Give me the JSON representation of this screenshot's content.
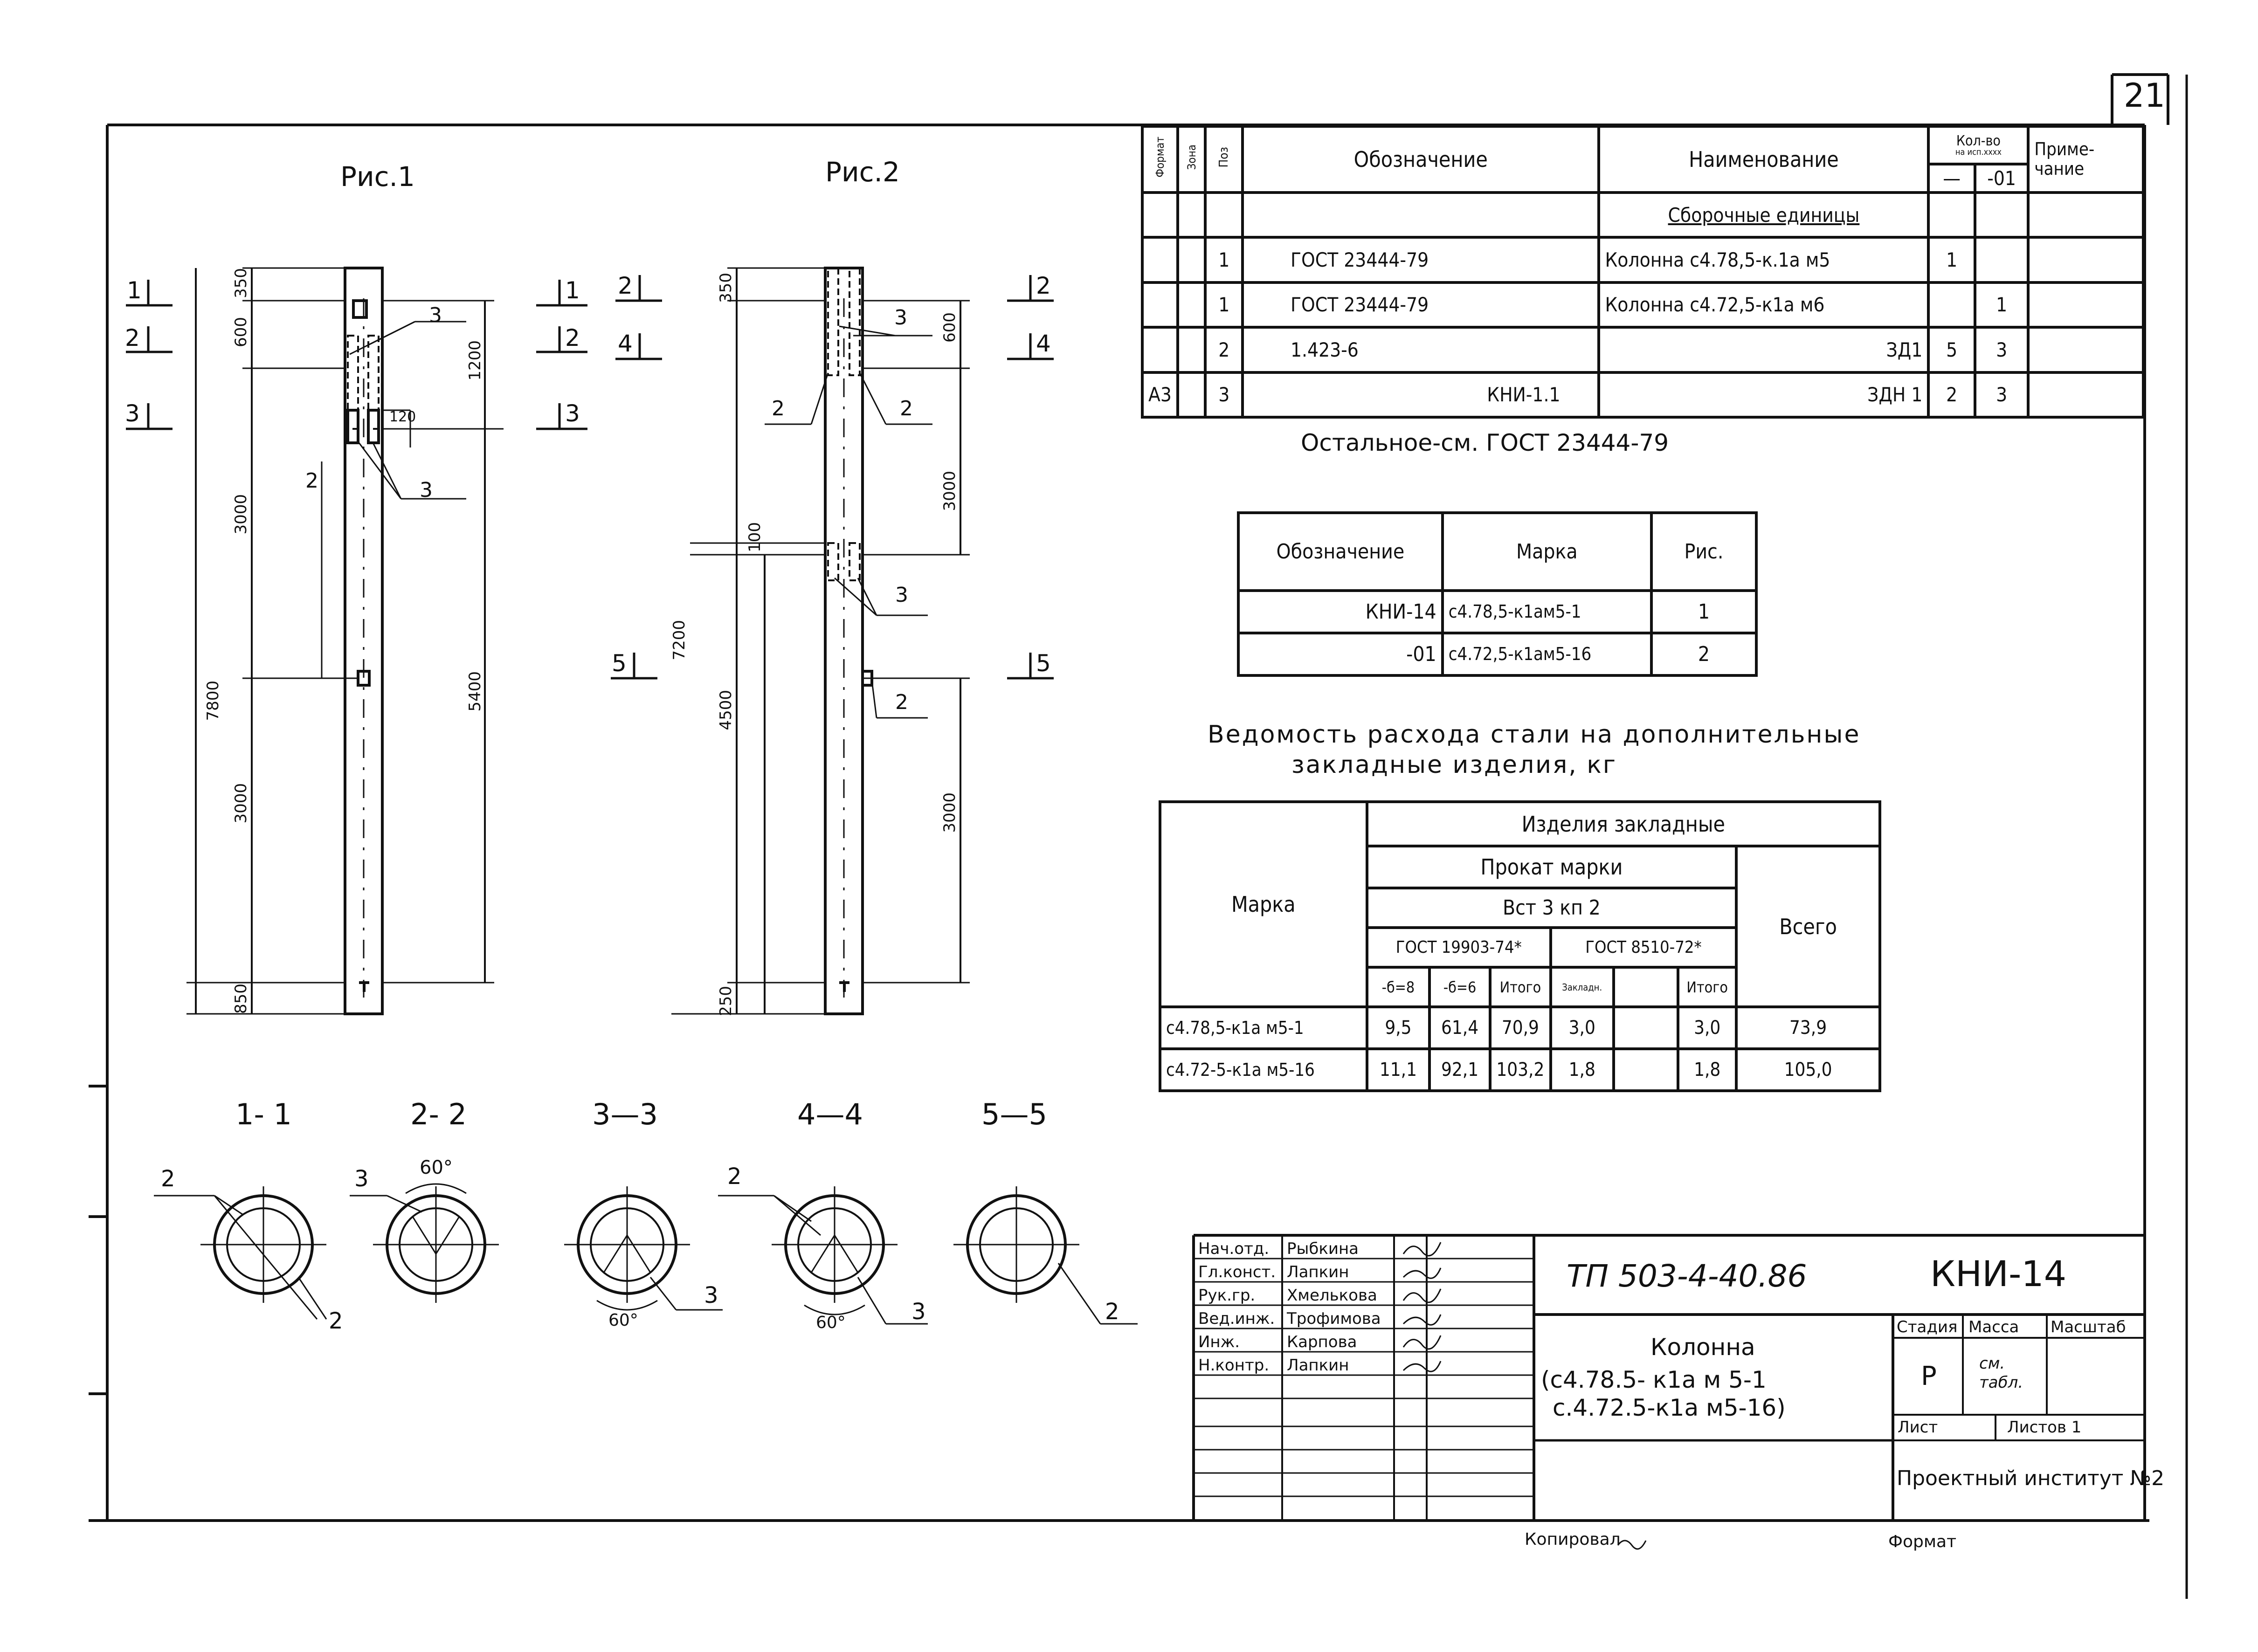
{
  "sheet_no": "21",
  "fig1": {
    "title": "Рис.1",
    "dims": [
      "350",
      "600",
      "1200",
      "120",
      "3000",
      "7800",
      "5400",
      "3000",
      "850"
    ],
    "callouts": [
      "3",
      "2",
      "3"
    ]
  },
  "fig2": {
    "title": "Рис.2",
    "dims": [
      "350",
      "600",
      "3000",
      "100",
      "7200",
      "4500",
      "3000",
      "250"
    ],
    "callouts": [
      "3",
      "2",
      "2",
      "3",
      "2"
    ]
  },
  "section_marks": {
    "left": [
      "1",
      "2",
      "3"
    ],
    "mid_left": [
      "1",
      "2",
      "3"
    ],
    "fig2_left": [
      "2",
      "4",
      "5"
    ],
    "fig2_right": [
      "2",
      "4",
      "5"
    ]
  },
  "sections": [
    {
      "label": "1- 1",
      "callouts": [
        "2",
        "2"
      ]
    },
    {
      "label": "2- 2",
      "callouts": [
        "3"
      ],
      "angle": "60°"
    },
    {
      "label": "3—3",
      "callouts": [
        "3"
      ],
      "angle": "60°"
    },
    {
      "label": "4—4",
      "callouts": [
        "2",
        "3"
      ],
      "angle": "60°"
    },
    {
      "label": "5—5",
      "callouts": [
        "2"
      ]
    }
  ],
  "spec": {
    "head": {
      "format": "Формат",
      "zone": "Зона",
      "pos": "Поз",
      "designation": "Обозначение",
      "name": "Наименование",
      "qty": "Кол-во",
      "qty_sub": "на исп.хххх",
      "qty_a": "—",
      "qty_b": "-01",
      "note": "Приме-чание"
    },
    "group": "Сборочные единицы",
    "rows": [
      {
        "fmt": "",
        "pos": "1",
        "des": "ГОСТ 23444-79",
        "name": "Колонна с4.78,5-к.1а м5",
        "a": "1",
        "b": ""
      },
      {
        "fmt": "",
        "pos": "1",
        "des": "ГОСТ 23444-79",
        "name": "Колонна с4.72,5-к1а м6",
        "a": "",
        "b": "1"
      },
      {
        "fmt": "",
        "pos": "2",
        "des": "1.423-6",
        "name": "ЗД1",
        "a": "5",
        "b": "3"
      },
      {
        "fmt": "А3",
        "pos": "3",
        "des": "КНИ-1.1",
        "name": "ЗДН 1",
        "a": "2",
        "b": "3"
      }
    ],
    "rest": "Остальное-см. ГОСТ 23444-79"
  },
  "marks": {
    "head": [
      "Обозначение",
      "Марка",
      "Рис."
    ],
    "rows": [
      [
        "КНИ-14",
        "с4.78,5-к1ам5-1",
        "1"
      ],
      [
        "-01",
        "с4.72,5-к1ам5-16",
        "2"
      ]
    ]
  },
  "steel": {
    "title1": "Ведомость расхода стали на дополнительные",
    "title2": "закладные изделия, кг",
    "mark": "Марка",
    "h1": "Изделия закладные",
    "h2": "Прокат марки",
    "h3": "Вст 3 кп 2",
    "h4a": "ГОСТ 19903-74*",
    "h4b": "ГОСТ 8510-72*",
    "total": "Всего",
    "sub": [
      "-б=8",
      "-б=6",
      "Итого",
      "Закладн.",
      "",
      "Итого"
    ],
    "rows": [
      [
        "с4.78,5-к1а м5-1",
        "9,5",
        "61,4",
        "70,9",
        "3,0",
        "",
        "3,0",
        "73,9"
      ],
      [
        "с4.72-5-к1а м5-16",
        "11,1",
        "92,1",
        "103,2",
        "1,8",
        "",
        "1,8",
        "105,0"
      ]
    ]
  },
  "stamp": {
    "people": [
      [
        "Нач.отд.",
        "Рыбкина"
      ],
      [
        "Гл.конст.",
        "Лапкин"
      ],
      [
        "Рук.гр.",
        "Хмелькова"
      ],
      [
        "Вед.инж.",
        "Трофимова"
      ],
      [
        "Инж.",
        "Карпова"
      ],
      [
        "Н.контр.",
        "Лапкин"
      ]
    ],
    "code": "ТП 503-4-40.86",
    "doc": "КНИ-14",
    "title1": "Колонна",
    "title2": "(с4.78.5- к1а м 5-1",
    "title3": "с.4.72.5-к1а м5-16)",
    "stage_h": "Стадия",
    "mass_h": "Масса",
    "scale_h": "Масштаб",
    "stage": "Р",
    "mass": "см. табл.",
    "sheet": "Лист",
    "sheets": "Листов 1",
    "org": "Проектный институт №2",
    "copied": "Копировал",
    "format": "Формат"
  }
}
